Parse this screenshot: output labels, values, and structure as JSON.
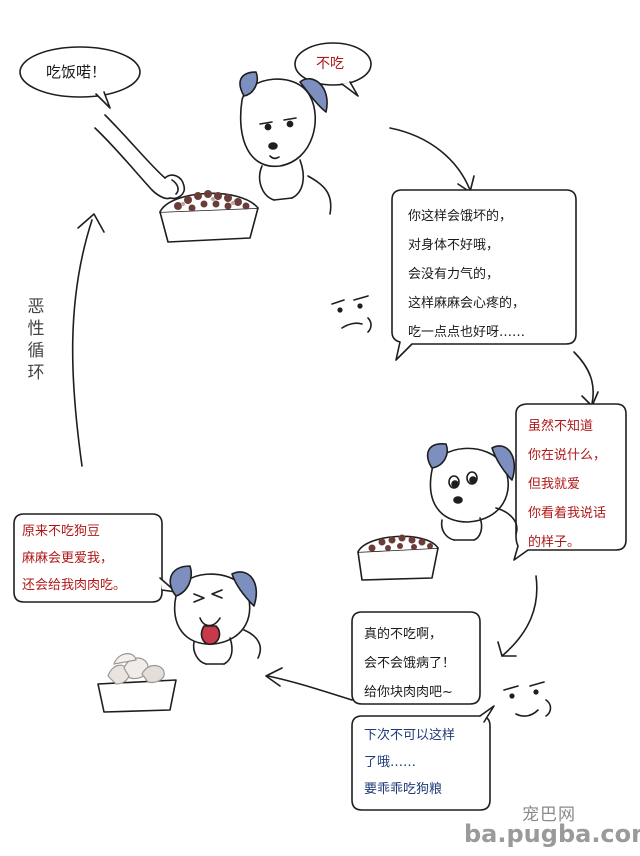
{
  "bubbles": {
    "owner_call": "吃饭喏！",
    "dog_refuse": "不吃",
    "owner_plead": [
      "你这样会饿坏的，",
      "对身体不好哦，",
      "会没有力气的，",
      "这样麻麻会心疼的，",
      "吃一点点也好呀……"
    ],
    "dog_thought": [
      "虽然不知道",
      "你在说什么，",
      "但我就爱",
      "你看着我说话",
      "的样子。"
    ],
    "owner_giveup": [
      "真的不吃啊，",
      "会不会饿病了！",
      "给你块肉肉吧~"
    ],
    "owner_next": [
      "下次不可以这样",
      "了哦……",
      "要乖乖吃狗粮"
    ],
    "dog_learned": [
      "原来不吃狗豆",
      "麻麻会更爱我，",
      "还会给我肉肉吃。"
    ]
  },
  "cycle_label": [
    "恶",
    "性",
    "循",
    "环"
  ],
  "watermark": {
    "site_cn": "宠巴网",
    "url": "ba.pugba.com"
  },
  "colors": {
    "ear": "#7d8fbf",
    "ink": "#1e1e1e",
    "red_text": "#b01818",
    "blue_text": "#1f3a7a",
    "tongue": "#c83a4a"
  }
}
